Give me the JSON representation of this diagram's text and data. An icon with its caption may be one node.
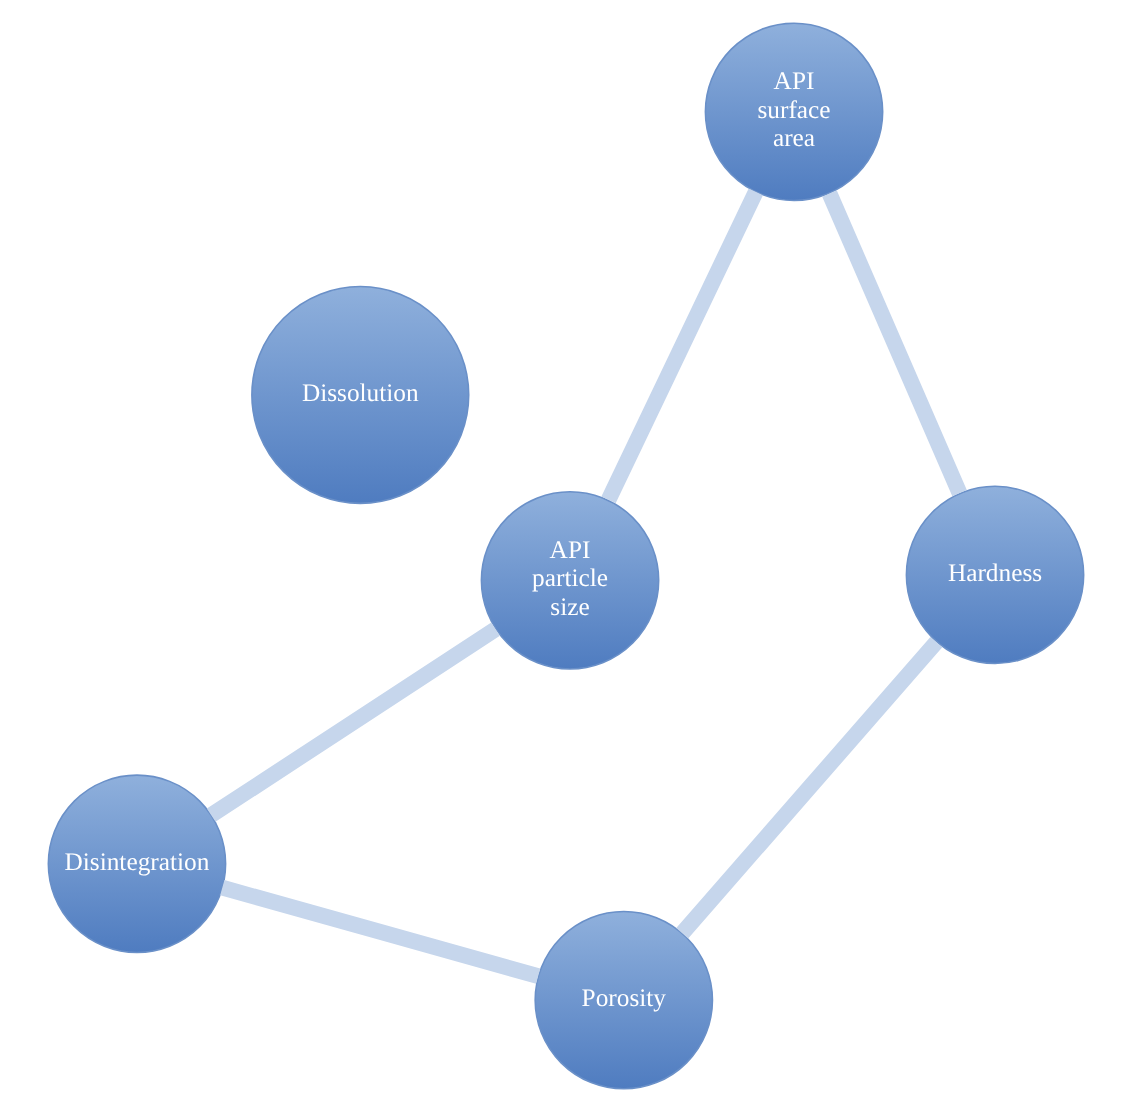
{
  "diagram": {
    "nodes": [
      {
        "text": [
          "Disintegration"
        ]
      },
      {
        "text": [
          "API particle size"
        ]
      },
      {
        "text": [
          "Porosity"
        ]
      },
      {
        "text": [
          "Dissolution"
        ]
      },
      {
        "text": [
          "Hardness"
        ]
      },
      {
        "text": [
          "API surface area"
        ]
      }
    ],
    "edges": [
      {
        "from": 0,
        "to": 2,
        "arrow": "none"
      },
      {
        "from": 2,
        "to": 4,
        "arrow": "none"
      },
      {
        "from": 4,
        "to": 5,
        "arrow": "none"
      },
      {
        "from": 5,
        "to": 1,
        "arrow": "none"
      },
      {
        "from": 1,
        "to": 0,
        "arrow": "none"
      }
    ]
  }
}
